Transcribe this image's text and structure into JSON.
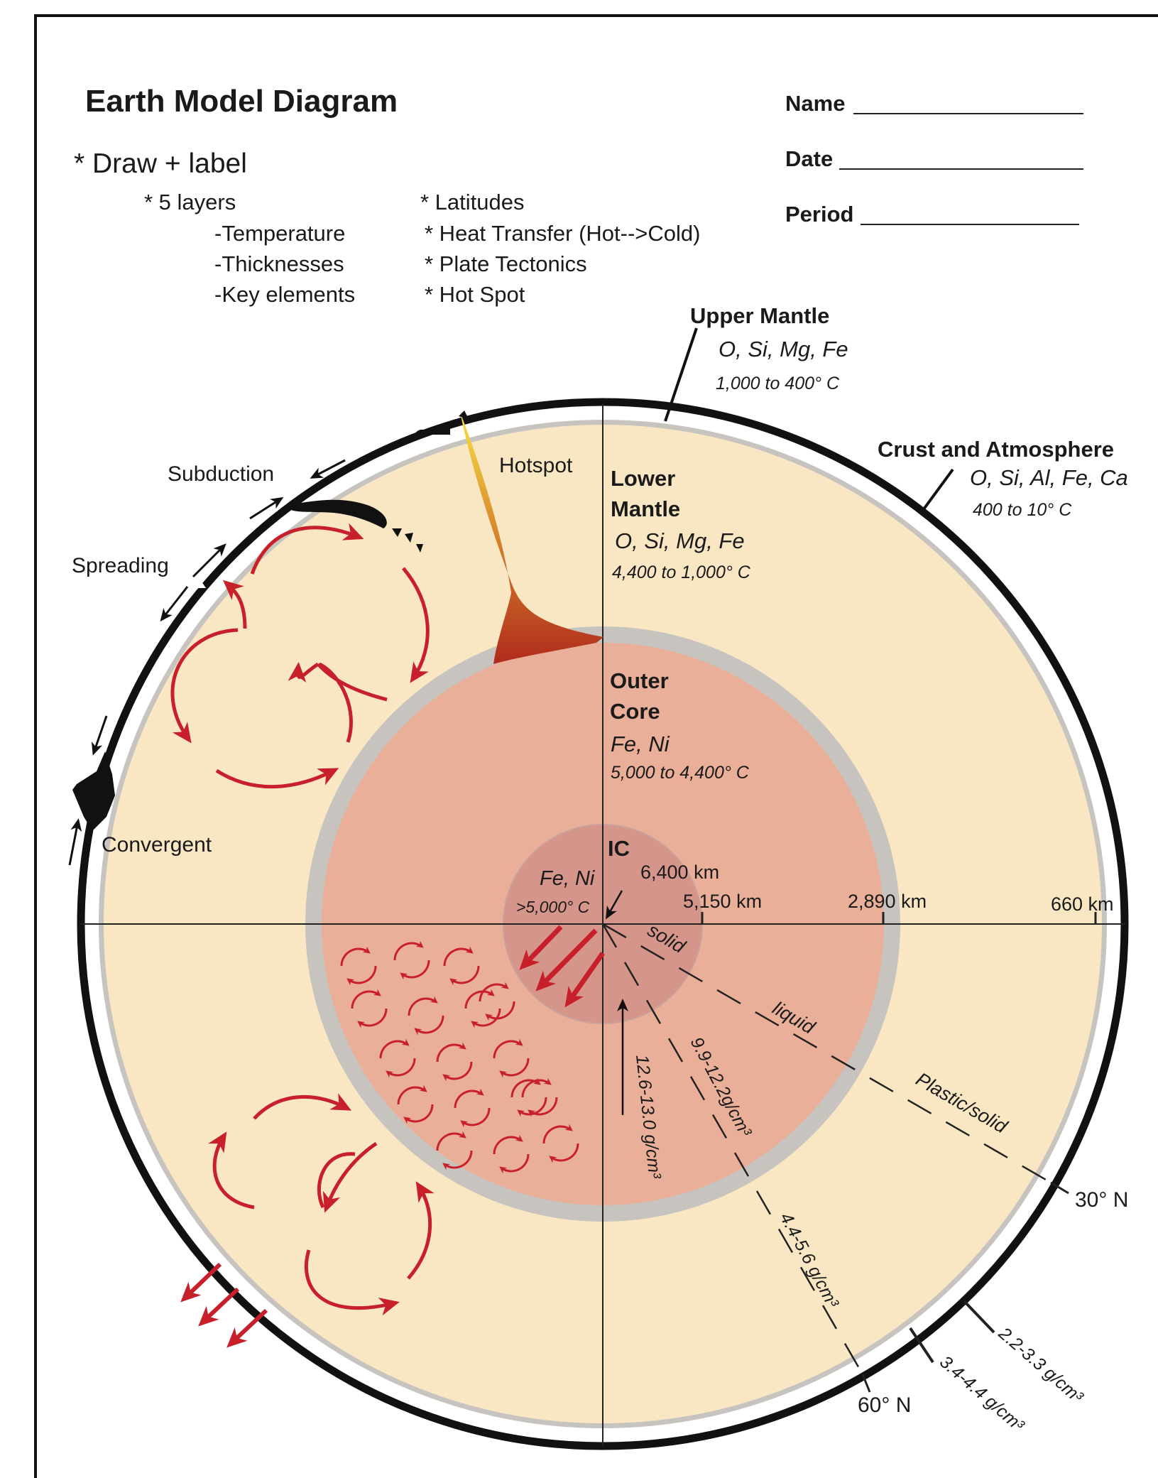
{
  "title": "Earth Model Diagram",
  "form": {
    "name_label": "Name",
    "date_label": "Date",
    "period_label": "Period"
  },
  "instructions": {
    "header": "* Draw + label",
    "left": [
      "* 5 layers",
      "-Temperature",
      "-Thicknesses",
      "-Key elements"
    ],
    "right": [
      "* Latitudes",
      "* Heat Transfer (Hot-->Cold)",
      "* Plate Tectonics",
      "* Hot Spot"
    ]
  },
  "layers": {
    "upper_mantle": {
      "name": "Upper Mantle",
      "elements": "O, Si, Mg, Fe",
      "temp": "1,000 to 400° C"
    },
    "crust": {
      "name": "Crust and Atmosphere",
      "elements": "O, Si, Al, Fe, Ca",
      "temp": "400 to 10° C"
    },
    "lower_mantle": {
      "name_line1": "Lower",
      "name_line2": "Mantle",
      "elements": "O, Si, Mg, Fe",
      "temp": "4,400 to 1,000° C"
    },
    "outer_core": {
      "name_line1": "Outer",
      "name_line2": "Core",
      "elements": "Fe, Ni",
      "temp": "5,000  to 4,400° C"
    },
    "inner_core": {
      "name": "IC",
      "elements": "Fe, Ni",
      "temp": ">5,000° C"
    }
  },
  "depths": [
    "6,400 km",
    "5,150 km",
    "2,890 km",
    "660 km"
  ],
  "states": [
    "solid",
    "liquid",
    "Plastic/solid"
  ],
  "densities": [
    "12.6-13.0 g/cm³",
    "9.9-12.2g/cm³",
    "4.4-5.6 g/cm³",
    "3.4-4.4 g/cm³",
    "2.2-3.3 g/cm³"
  ],
  "latitudes": [
    "30° N",
    "60° N"
  ],
  "tectonics": {
    "hotspot": "Hotspot",
    "subduction": "Subduction",
    "spreading": "Spreading",
    "convergent": "Convergent"
  },
  "colors": {
    "mantle": "#f9e7c4",
    "outer_core": "#e9af98",
    "inner_core": "#d6958a",
    "boundary": "#c7c4bf",
    "convection": "#c8202a",
    "plume_top": "#f3dc43",
    "plume_bottom": "#b32d1e"
  }
}
